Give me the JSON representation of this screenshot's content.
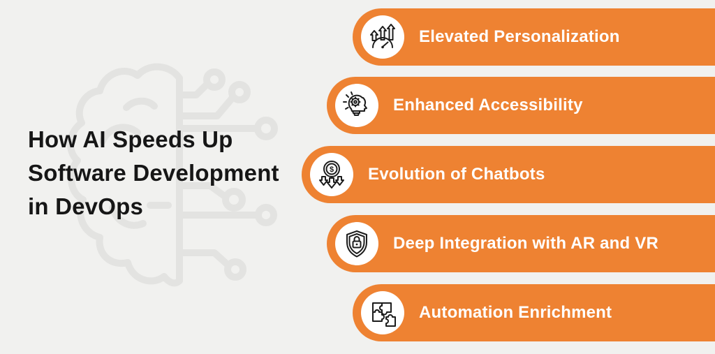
{
  "page": {
    "background_color": "#f1f1ef",
    "accent_color": "#ee8232",
    "watermark_color": "#e3e3e1",
    "title_color": "#161616",
    "bar_text_color": "#ffffff"
  },
  "title": {
    "text": "How AI Speeds Up Software Development in DevOps",
    "lines": [
      "How AI Speeds Up",
      "Software Development",
      "in DevOps"
    ]
  },
  "watermark": {
    "name": "brain-circuit"
  },
  "items": [
    {
      "label": "Elevated Personalization",
      "icon": "growth-gauge-icon"
    },
    {
      "label": "Enhanced Accessibility",
      "icon": "idea-head-bulb-icon"
    },
    {
      "label": "Evolution of Chatbots",
      "icon": "dollar-down-arrows-icon"
    },
    {
      "label": "Deep Integration with AR and VR",
      "icon": "shield-lock-icon"
    },
    {
      "label": "Automation Enrichment",
      "icon": "puzzle-pieces-icon"
    }
  ]
}
